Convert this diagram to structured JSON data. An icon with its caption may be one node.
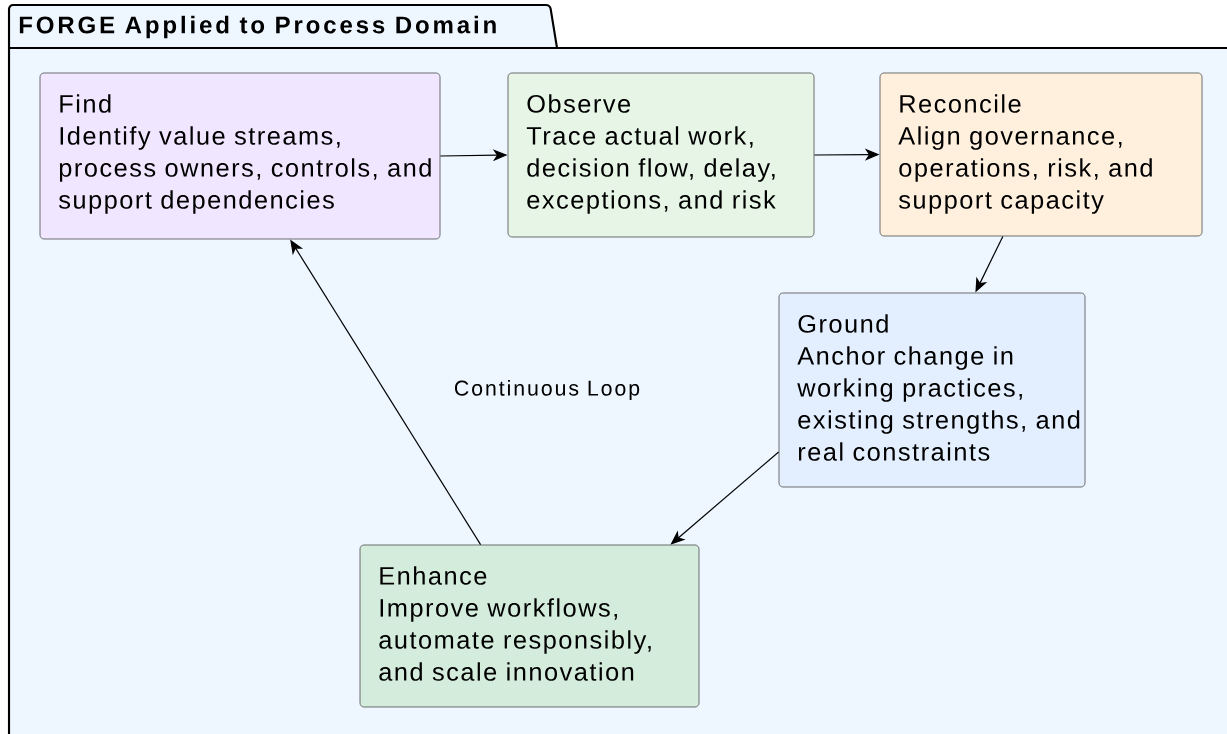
{
  "diagram": {
    "nodes": [
      {
        "text": [
          "FORGE Applied to Process Domain"
        ]
      },
      {
        "text": [
          "Find",
          "Identify value streams, process owners, controls, and support dependencies"
        ],
        "in": 0
      },
      {
        "text": [
          "Observe",
          "Trace actual work, decision flow, delay, exceptions, and risk"
        ],
        "in": 0
      },
      {
        "text": [
          "Reconcile",
          "Align governance, operations, risk, and support capacity"
        ],
        "in": 0
      },
      {
        "text": [
          "Ground",
          "Anchor change in working practices, existing strengths, and real constraints"
        ],
        "in": 0
      },
      {
        "text": [
          "Enhance",
          "Improve workflows, automate responsibly, and scale innovation"
        ],
        "in": 0
      }
    ],
    "edges": [
      {
        "from": 1,
        "to": 2,
        "arrow": "to"
      },
      {
        "from": 2,
        "to": 3,
        "arrow": "to"
      },
      {
        "from": 3,
        "to": 4,
        "arrow": "to"
      },
      {
        "from": 4,
        "to": 5,
        "arrow": "to"
      },
      {
        "from": 5,
        "to": 1,
        "arrow": "to"
      }
    ],
    "labels": [
      "Continuous Loop"
    ]
  }
}
